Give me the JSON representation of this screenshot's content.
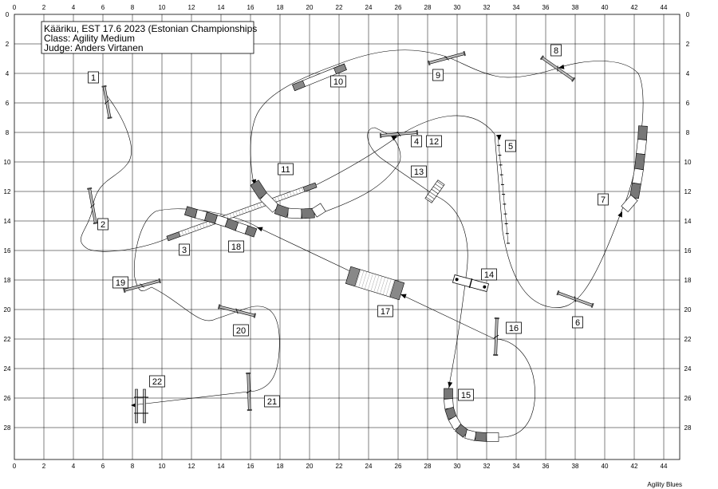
{
  "info": {
    "line1": "Kääriku, EST 17.6 2023 (Estonian Championships",
    "line2": "Class: Agility Medium",
    "line3": "Judge: Anders Virtanen"
  },
  "footer": "Agility Blues",
  "axes": {
    "x_ticks": [
      "0",
      "2",
      "4",
      "6",
      "8",
      "10",
      "12",
      "14",
      "16",
      "18",
      "20",
      "22",
      "24",
      "26",
      "28",
      "30",
      "32",
      "34",
      "36",
      "38",
      "40",
      "42",
      "44"
    ],
    "y_ticks": [
      "0",
      "2",
      "4",
      "6",
      "8",
      "10",
      "12",
      "14",
      "16",
      "18",
      "20",
      "22",
      "24",
      "26",
      "28"
    ]
  },
  "obstacles": [
    {
      "label": "1",
      "type": "jump"
    },
    {
      "label": "2",
      "type": "jump"
    },
    {
      "label": "3",
      "type": "dogwalk"
    },
    {
      "label": "4",
      "type": "jump"
    },
    {
      "label": "5",
      "type": "weave"
    },
    {
      "label": "6",
      "type": "jump"
    },
    {
      "label": "7",
      "type": "tunnel"
    },
    {
      "label": "8",
      "type": "jump"
    },
    {
      "label": "9",
      "type": "jump"
    },
    {
      "label": "10",
      "type": "tunnel"
    },
    {
      "label": "11",
      "type": "tunnel"
    },
    {
      "label": "12",
      "type": "jump"
    },
    {
      "label": "13",
      "type": "wall"
    },
    {
      "label": "14",
      "type": "tyre"
    },
    {
      "label": "15",
      "type": "tunnel"
    },
    {
      "label": "16",
      "type": "jump"
    },
    {
      "label": "17",
      "type": "a-frame"
    },
    {
      "label": "18",
      "type": "tunnel"
    },
    {
      "label": "19",
      "type": "jump"
    },
    {
      "label": "20",
      "type": "jump"
    },
    {
      "label": "21",
      "type": "jump"
    },
    {
      "label": "22",
      "type": "jump"
    }
  ]
}
